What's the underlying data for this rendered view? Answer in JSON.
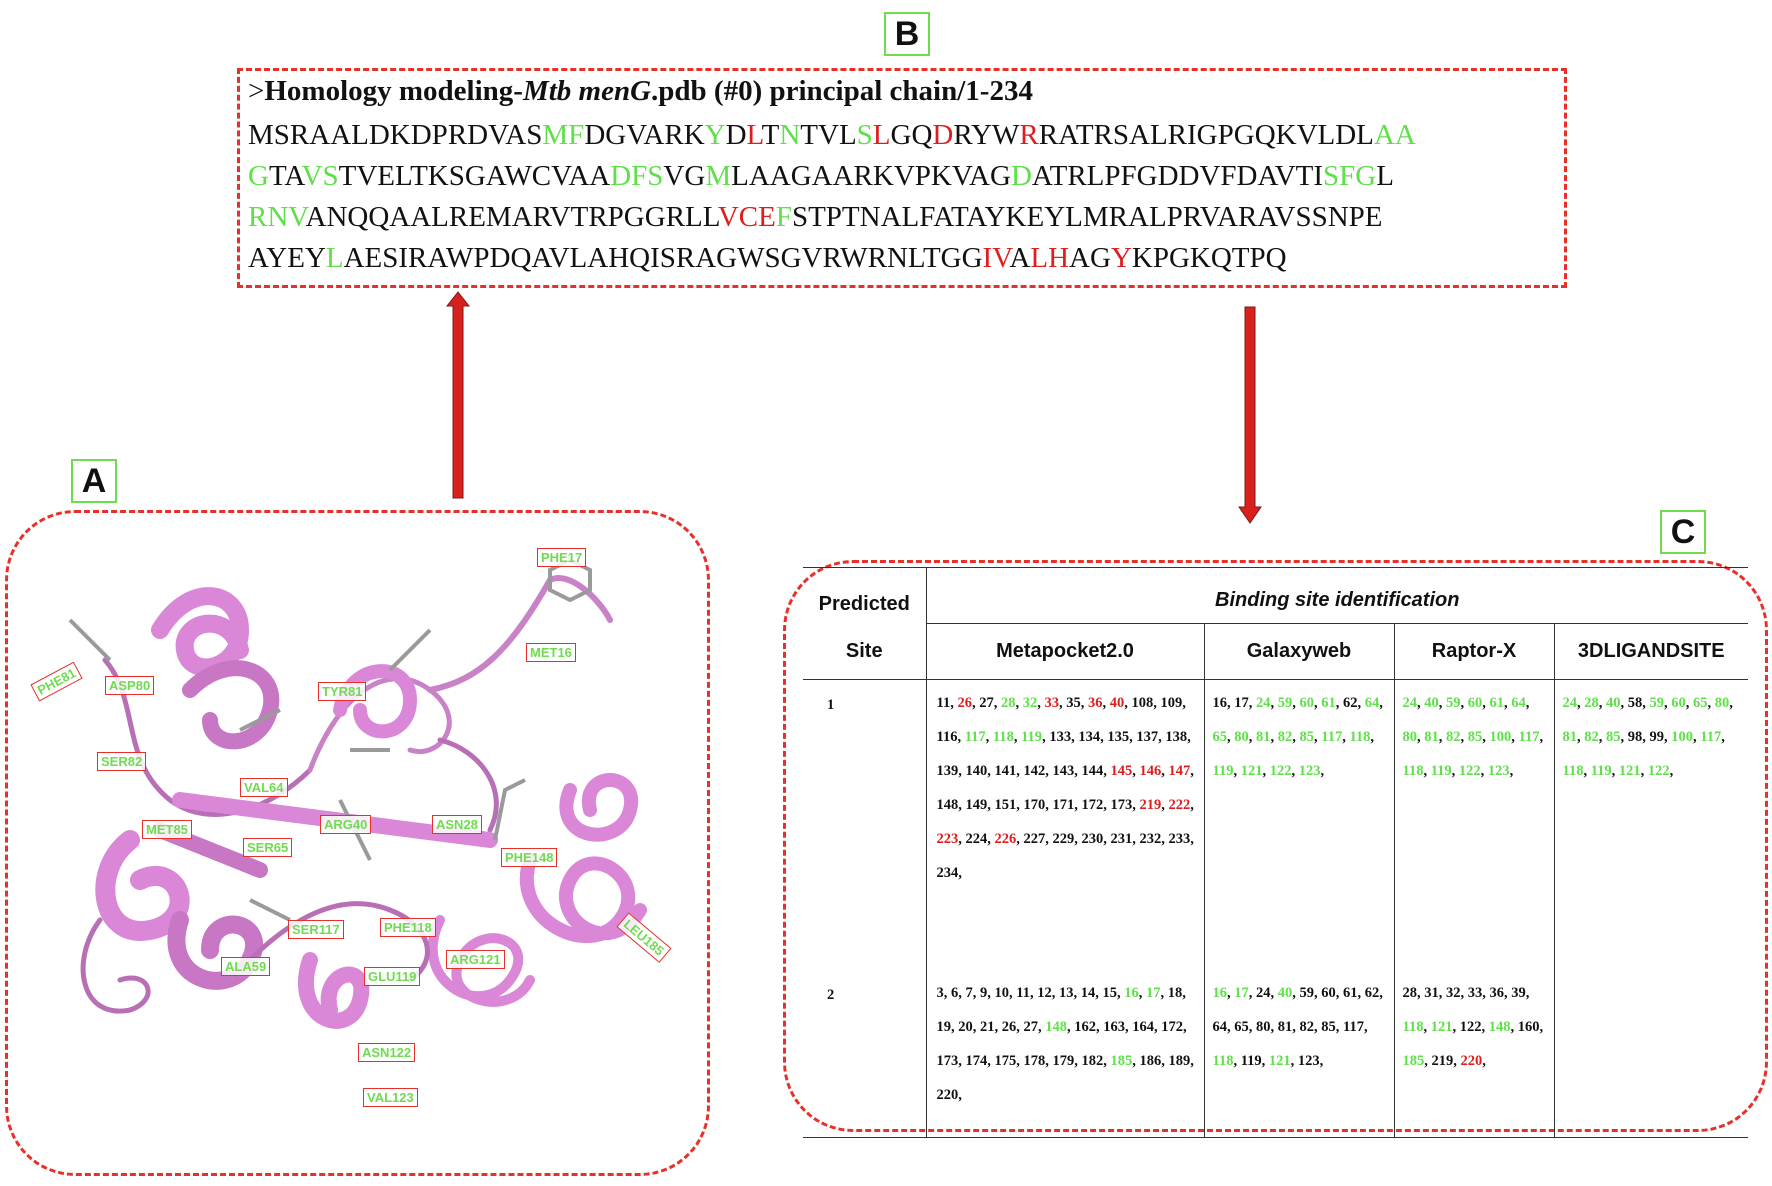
{
  "panels": {
    "a": "A",
    "b": "B",
    "c": "C"
  },
  "sequence": {
    "title_prefix": ">",
    "title_bold": "Homology modeling-",
    "title_italic": "Mtb menG",
    "title_rest": ".pdb (#0) principal chain/1-234",
    "lines": [
      [
        [
          "MSRAALDKDPRDVAS",
          "k"
        ],
        [
          "MF",
          "g"
        ],
        [
          "DGVARK",
          "k"
        ],
        [
          "Y",
          "g"
        ],
        [
          "D",
          "k"
        ],
        [
          "L",
          "r"
        ],
        [
          "T",
          "k"
        ],
        [
          "N",
          "g"
        ],
        [
          "TVL",
          "k"
        ],
        [
          "S",
          "g"
        ],
        [
          "L",
          "r"
        ],
        [
          "GQ",
          "k"
        ],
        [
          "D",
          "r"
        ],
        [
          "RYW",
          "k"
        ],
        [
          "R",
          "r"
        ],
        [
          "RATRSALRIGPGQKVLDL",
          "k"
        ],
        [
          "AA",
          "g"
        ]
      ],
      [
        [
          "G",
          "g"
        ],
        [
          "TA",
          "k"
        ],
        [
          "VS",
          "g"
        ],
        [
          "TVELTKSGAWCVAA",
          "k"
        ],
        [
          "DFS",
          "g"
        ],
        [
          "VG",
          "k"
        ],
        [
          "M",
          "g"
        ],
        [
          "LAAGAARKVPKVAG",
          "k"
        ],
        [
          "D",
          "g"
        ],
        [
          "ATRLPFGDDVFDAVTI",
          "k"
        ],
        [
          "SFG",
          "g"
        ],
        [
          "L",
          "k"
        ]
      ],
      [
        [
          "RNV",
          "g"
        ],
        [
          "ANQQAALREMARVTRPGGRLL",
          "k"
        ],
        [
          "VCE",
          "r"
        ],
        [
          "F",
          "g"
        ],
        [
          "STPTNALFATAYKEYLMRALPRVARAVSSNPE",
          "k"
        ]
      ],
      [
        [
          "AYEY",
          "k"
        ],
        [
          "L",
          "g"
        ],
        [
          "AESIRAWPDQAVLAHQISRAGWSGVRWRNLTGG",
          "k"
        ],
        [
          "IV",
          "r"
        ],
        [
          "A",
          "k"
        ],
        [
          "LH",
          "r"
        ],
        [
          "AG",
          "k"
        ],
        [
          "Y",
          "r"
        ],
        [
          "KPGKQTPQ",
          "k"
        ]
      ]
    ]
  },
  "structure_labels": [
    "PHE17",
    "MET16",
    "PHE81",
    "ASP80",
    "SER82",
    "TYR81",
    "VAL64",
    "ARG40",
    "ASN28",
    "MET85",
    "SER65",
    "PHE148",
    "SER117",
    "PHE118",
    "ALA59",
    "GLU119",
    "ARG121",
    "LEU185",
    "ASN122",
    "VAL123"
  ],
  "table": {
    "predicted_header_1": "Predicted",
    "predicted_header_2": "Site",
    "group_header": "Binding site identification",
    "methods": [
      "Metapocket2.0",
      "Galaxyweb",
      "Raptor-X",
      "3DLIGANDSITE"
    ],
    "rows": [
      {
        "site": "1",
        "cells": [
          [
            [
              "11",
              "k"
            ],
            [
              "26",
              "r"
            ],
            [
              "27",
              "k"
            ],
            [
              "28",
              "g"
            ],
            [
              "32",
              "g"
            ],
            [
              "33",
              "r"
            ],
            [
              "35",
              "k"
            ],
            [
              "36",
              "r"
            ],
            [
              "40",
              "r"
            ],
            [
              "108",
              "k"
            ],
            [
              "109",
              "k"
            ],
            [
              "116",
              "k"
            ],
            [
              "117",
              "g"
            ],
            [
              "118",
              "g"
            ],
            [
              "119",
              "g"
            ],
            [
              "133",
              "k"
            ],
            [
              "134",
              "k"
            ],
            [
              "135",
              "k"
            ],
            [
              "137",
              "k"
            ],
            [
              "138",
              "k"
            ],
            [
              "139",
              "k"
            ],
            [
              "140",
              "k"
            ],
            [
              "141",
              "k"
            ],
            [
              "142",
              "k"
            ],
            [
              "143",
              "k"
            ],
            [
              "144",
              "k"
            ],
            [
              "145",
              "r"
            ],
            [
              "146",
              "r"
            ],
            [
              "147",
              "r"
            ],
            [
              "148",
              "k"
            ],
            [
              "149",
              "k"
            ],
            [
              "151",
              "k"
            ],
            [
              "170",
              "k"
            ],
            [
              "171",
              "k"
            ],
            [
              "172",
              "k"
            ],
            [
              "173",
              "k"
            ],
            [
              "219",
              "r"
            ],
            [
              "222",
              "r"
            ],
            [
              "223",
              "r"
            ],
            [
              "224",
              "k"
            ],
            [
              "226",
              "r"
            ],
            [
              "227",
              "k"
            ],
            [
              "229",
              "k"
            ],
            [
              "230",
              "k"
            ],
            [
              "231",
              "k"
            ],
            [
              "232",
              "k"
            ],
            [
              "233",
              "k"
            ],
            [
              "234",
              "k"
            ]
          ],
          [
            [
              "16",
              "k"
            ],
            [
              "17",
              "k"
            ],
            [
              "24",
              "g"
            ],
            [
              "59",
              "g"
            ],
            [
              "60",
              "g"
            ],
            [
              "61",
              "g"
            ],
            [
              "62",
              "k"
            ],
            [
              "64",
              "g"
            ],
            [
              "65",
              "g"
            ],
            [
              "80",
              "g"
            ],
            [
              "81",
              "g"
            ],
            [
              "82",
              "g"
            ],
            [
              "85",
              "g"
            ],
            [
              "117",
              "g"
            ],
            [
              "118",
              "g"
            ],
            [
              "119",
              "g"
            ],
            [
              "121",
              "g"
            ],
            [
              "122",
              "g"
            ],
            [
              "123",
              "g"
            ]
          ],
          [
            [
              "24",
              "g"
            ],
            [
              "40",
              "g"
            ],
            [
              "59",
              "g"
            ],
            [
              "60",
              "g"
            ],
            [
              "61",
              "g"
            ],
            [
              "64",
              "g"
            ],
            [
              "80",
              "g"
            ],
            [
              "81",
              "g"
            ],
            [
              "82",
              "g"
            ],
            [
              "85",
              "g"
            ],
            [
              "100",
              "g"
            ],
            [
              "117",
              "g"
            ],
            [
              "118",
              "g"
            ],
            [
              "119",
              "g"
            ],
            [
              "122",
              "g"
            ],
            [
              "123",
              "g"
            ]
          ],
          [
            [
              "24",
              "g"
            ],
            [
              "28",
              "g"
            ],
            [
              "40",
              "g"
            ],
            [
              "58",
              "k"
            ],
            [
              "59",
              "g"
            ],
            [
              "60",
              "g"
            ],
            [
              "65",
              "g"
            ],
            [
              "80",
              "g"
            ],
            [
              "81",
              "g"
            ],
            [
              "82",
              "g"
            ],
            [
              "85",
              "g"
            ],
            [
              "98",
              "k"
            ],
            [
              "99",
              "k"
            ],
            [
              "100",
              "g"
            ],
            [
              "117",
              "g"
            ],
            [
              "118",
              "g"
            ],
            [
              "119",
              "g"
            ],
            [
              "121",
              "g"
            ],
            [
              "122",
              "g"
            ]
          ]
        ]
      },
      {
        "site": "2",
        "cells": [
          [
            [
              "3",
              "k"
            ],
            [
              "6",
              "k"
            ],
            [
              "7",
              "k"
            ],
            [
              "9",
              "k"
            ],
            [
              "10",
              "k"
            ],
            [
              "11",
              "k"
            ],
            [
              "12",
              "k"
            ],
            [
              "13",
              "k"
            ],
            [
              "14",
              "k"
            ],
            [
              "15",
              "k"
            ],
            [
              "16",
              "g"
            ],
            [
              "17",
              "g"
            ],
            [
              "18",
              "k"
            ],
            [
              "19",
              "k"
            ],
            [
              "20",
              "k"
            ],
            [
              "21",
              "k"
            ],
            [
              "26",
              "k"
            ],
            [
              "27",
              "k"
            ],
            [
              "148",
              "g"
            ],
            [
              "162",
              "k"
            ],
            [
              "163",
              "k"
            ],
            [
              "164",
              "k"
            ],
            [
              "172",
              "k"
            ],
            [
              "173",
              "k"
            ],
            [
              "174",
              "k"
            ],
            [
              "175",
              "k"
            ],
            [
              "178",
              "k"
            ],
            [
              "179",
              "k"
            ],
            [
              "182",
              "k"
            ],
            [
              "185",
              "g"
            ],
            [
              "186",
              "k"
            ],
            [
              "189",
              "k"
            ],
            [
              "220",
              "k"
            ]
          ],
          [
            [
              "16",
              "g"
            ],
            [
              "17",
              "g"
            ],
            [
              "24",
              "k"
            ],
            [
              "40",
              "g"
            ],
            [
              "59",
              "k"
            ],
            [
              "60",
              "k"
            ],
            [
              "61",
              "k"
            ],
            [
              "62",
              "k"
            ],
            [
              "64",
              "k"
            ],
            [
              "65",
              "k"
            ],
            [
              "80",
              "k"
            ],
            [
              "81",
              "k"
            ],
            [
              "82",
              "k"
            ],
            [
              "85",
              "k"
            ],
            [
              "117",
              "k"
            ],
            [
              "118",
              "g"
            ],
            [
              "119",
              "k"
            ],
            [
              "121",
              "g"
            ],
            [
              "123",
              "k"
            ]
          ],
          [
            [
              "28",
              "k"
            ],
            [
              "31",
              "k"
            ],
            [
              "32",
              "k"
            ],
            [
              "33",
              "k"
            ],
            [
              "36",
              "k"
            ],
            [
              "39",
              "k"
            ],
            [
              "118",
              "g"
            ],
            [
              "121",
              "g"
            ],
            [
              "122",
              "k"
            ],
            [
              "148",
              "g"
            ],
            [
              "160",
              "k"
            ],
            [
              "185",
              "g"
            ],
            [
              "219",
              "k"
            ],
            [
              "220",
              "r"
            ]
          ],
          []
        ]
      }
    ]
  },
  "colors": {
    "green": "#5fe04a",
    "red": "#e01d1d",
    "dash": "#e8302a",
    "ribbon": "#d987d6",
    "label_border": "#6fdc4f"
  }
}
